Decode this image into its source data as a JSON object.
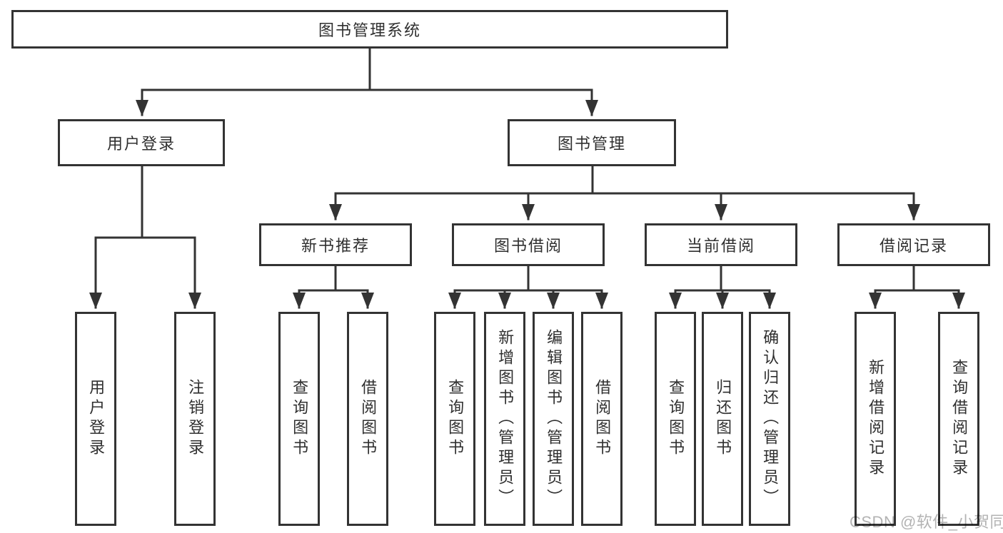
{
  "diagram": {
    "type": "tree",
    "background_color": "#ffffff",
    "line_color": "#333333",
    "box_border_color": "#333333",
    "text_color": "#2f2f2f",
    "root": {
      "label": "图书管理系统",
      "children": [
        {
          "label": "用户登录",
          "children": [
            {
              "label": "用户登录"
            },
            {
              "label": "注销登录"
            }
          ]
        },
        {
          "label": "图书管理",
          "children": [
            {
              "label": "新书推荐",
              "children": [
                {
                  "label": "查询图书"
                },
                {
                  "label": "借阅图书"
                }
              ]
            },
            {
              "label": "图书借阅",
              "children": [
                {
                  "label": "查询图书"
                },
                {
                  "label": "新增图书（管理员）"
                },
                {
                  "label": "编辑图书（管理员）"
                },
                {
                  "label": "借阅图书"
                }
              ]
            },
            {
              "label": "当前借阅",
              "children": [
                {
                  "label": "查询图书"
                },
                {
                  "label": "归还图书"
                },
                {
                  "label": "确认归还（管理员）"
                }
              ]
            },
            {
              "label": "借阅记录",
              "children": [
                {
                  "label": "新增借阅记录"
                },
                {
                  "label": "查询借阅记录"
                }
              ]
            }
          ]
        }
      ]
    }
  },
  "watermark": {
    "text": "CSDN @软件_小贺同学",
    "color": "#b3b3b3"
  }
}
